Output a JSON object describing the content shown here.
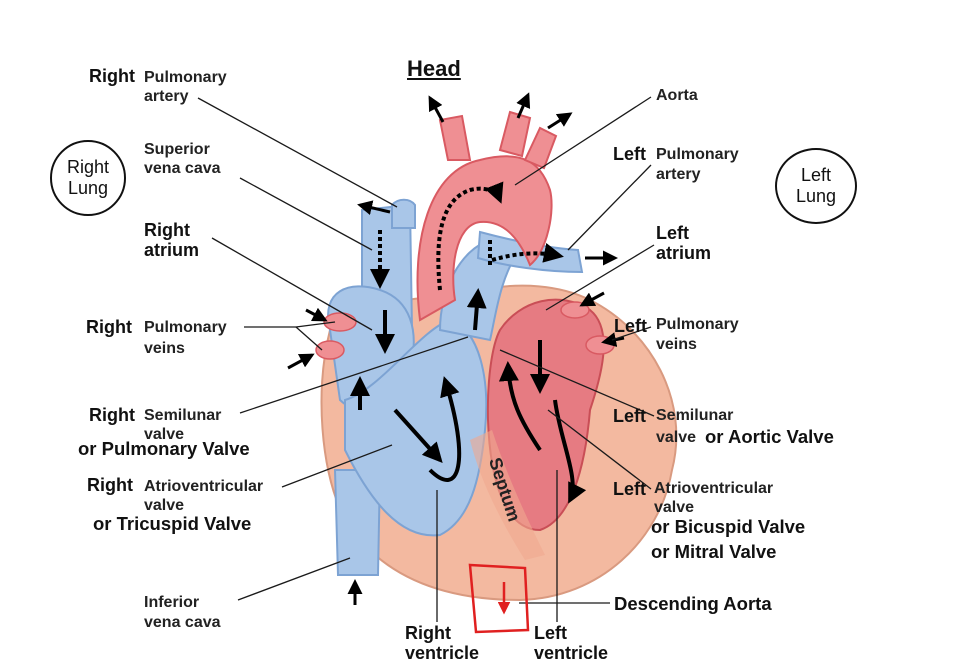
{
  "title": "Head",
  "lungs": {
    "right": "Right Lung",
    "left": "Left Lung"
  },
  "labels": {
    "rpa_prefix": "Right",
    "rpa_main": "Pulmonary",
    "rpa_sub": "artery",
    "svc_1": "Superior",
    "svc_2": "vena cava",
    "ra_1": "Right",
    "ra_2": "atrium",
    "rpv_prefix": "Right",
    "rpv_main": "Pulmonary",
    "rpv_sub": "veins",
    "rsv_prefix": "Right",
    "rsv_main": "Semilunar",
    "rsv_sub": "valve",
    "rsv_alt": "or Pulmonary Valve",
    "rav_prefix": "Right",
    "rav_main": "Atrioventricular",
    "rav_sub": "valve",
    "rav_alt": "or Tricuspid Valve",
    "ivc_1": "Inferior",
    "ivc_2": "vena cava",
    "rv_1": "Right",
    "rv_2": "ventricle",
    "lv_1": "Left",
    "lv_2": "ventricle",
    "aorta": "Aorta",
    "lpa_prefix": "Left",
    "lpa_main": "Pulmonary",
    "lpa_sub": "artery",
    "la_1": "Left",
    "la_2": "atrium",
    "lpv_prefix": "Left",
    "lpv_main": "Pulmonary",
    "lpv_sub": "veins",
    "lsv_prefix": "Left",
    "lsv_main": "Semilunar",
    "lsv_sub": "valve",
    "lsv_alt": "or Aortic Valve",
    "lav_prefix": "Left",
    "lav_main": "Atrioventricular",
    "lav_sub": "valve",
    "lav_alt1": "or Bicuspid Valve",
    "lav_alt2": "or Mitral Valve",
    "desc_aorta": "Descending Aorta",
    "septum": "Septum"
  },
  "colors": {
    "deoxygenated": "#a9c6e8",
    "deoxygenated_dark": "#7da3d3",
    "oxygenated": "#ef8f93",
    "oxygenated_dark": "#d95a62",
    "muscle": "#f3b9a0",
    "muscle_edge": "#d99a80",
    "annotation": "#e02020",
    "line": "#1a1a1a"
  }
}
